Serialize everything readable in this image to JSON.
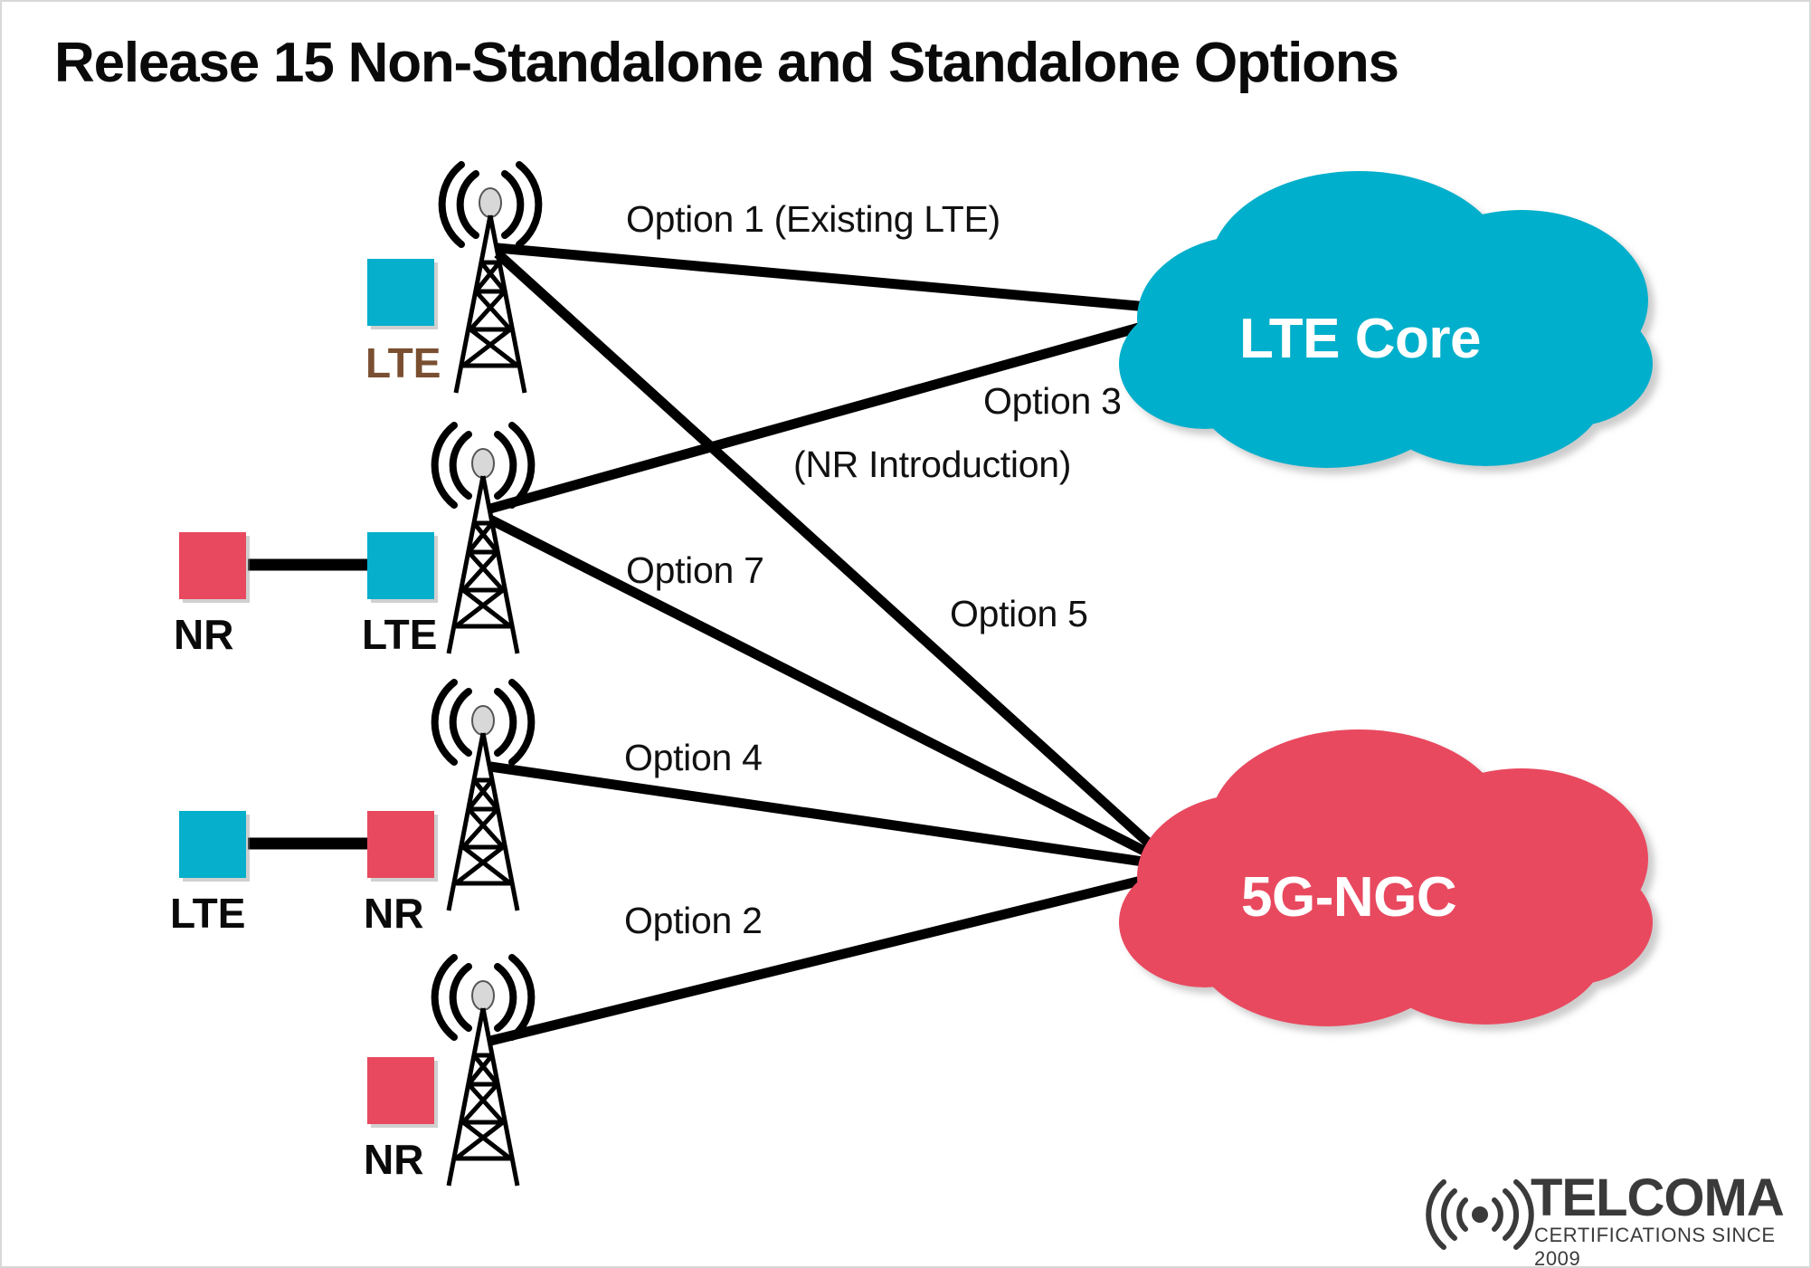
{
  "title": "Release 15 Non-Standalone and Standalone Options",
  "colors": {
    "lte_cyan": "#06AFCB",
    "nr_pink": "#E8495F",
    "lte_core_cloud": "#06AFCB",
    "ngc_cloud": "#E8495F",
    "line": "#000000",
    "title_text": "#0A0A0A",
    "first_lte_label": "#7A4F31",
    "logo_gray": "#3A3A3A"
  },
  "clouds": [
    {
      "id": "lte-core",
      "label": "LTE Core"
    },
    {
      "id": "5g-ngc",
      "label": "5G-NGC"
    }
  ],
  "rows": [
    {
      "id": "row-1",
      "boxes": [
        {
          "label": "LTE",
          "color": "cyan",
          "label_color": "brown"
        }
      ],
      "tower": "tower-icon",
      "connections": [
        "Option 1 (Existing LTE)",
        "Option 5"
      ]
    },
    {
      "id": "row-2",
      "boxes": [
        {
          "label": "NR",
          "color": "pink",
          "label_color": "black"
        },
        {
          "label": "LTE",
          "color": "cyan",
          "label_color": "black"
        }
      ],
      "tower": "tower-icon",
      "connections": [
        "Option 3 (NR Introduction)",
        "Option 7"
      ]
    },
    {
      "id": "row-3",
      "boxes": [
        {
          "label": "LTE",
          "color": "cyan",
          "label_color": "black"
        },
        {
          "label": "NR",
          "color": "pink",
          "label_color": "black"
        }
      ],
      "tower": "tower-icon",
      "connections": [
        "Option 4"
      ]
    },
    {
      "id": "row-4",
      "boxes": [
        {
          "label": "NR",
          "color": "pink",
          "label_color": "black"
        }
      ],
      "tower": "tower-icon",
      "connections": [
        "Option 2"
      ]
    }
  ],
  "option_labels": {
    "option1": "Option 1 (Existing LTE)",
    "option3_line1": "Option 3",
    "option3_line2": "(NR Introduction)",
    "option7": "Option 7",
    "option5": "Option 5",
    "option4": "Option 4",
    "option2": "Option 2"
  },
  "node_labels": {
    "row1_lte": "LTE",
    "row2_nr": "NR",
    "row2_lte": "LTE",
    "row3_lte": "LTE",
    "row3_nr": "NR",
    "row4_nr": "NR"
  },
  "logo": {
    "wordmark": "TELCOMA",
    "tagline": "CERTIFICATIONS SINCE 2009",
    "icon": "radio-waves-icon"
  }
}
